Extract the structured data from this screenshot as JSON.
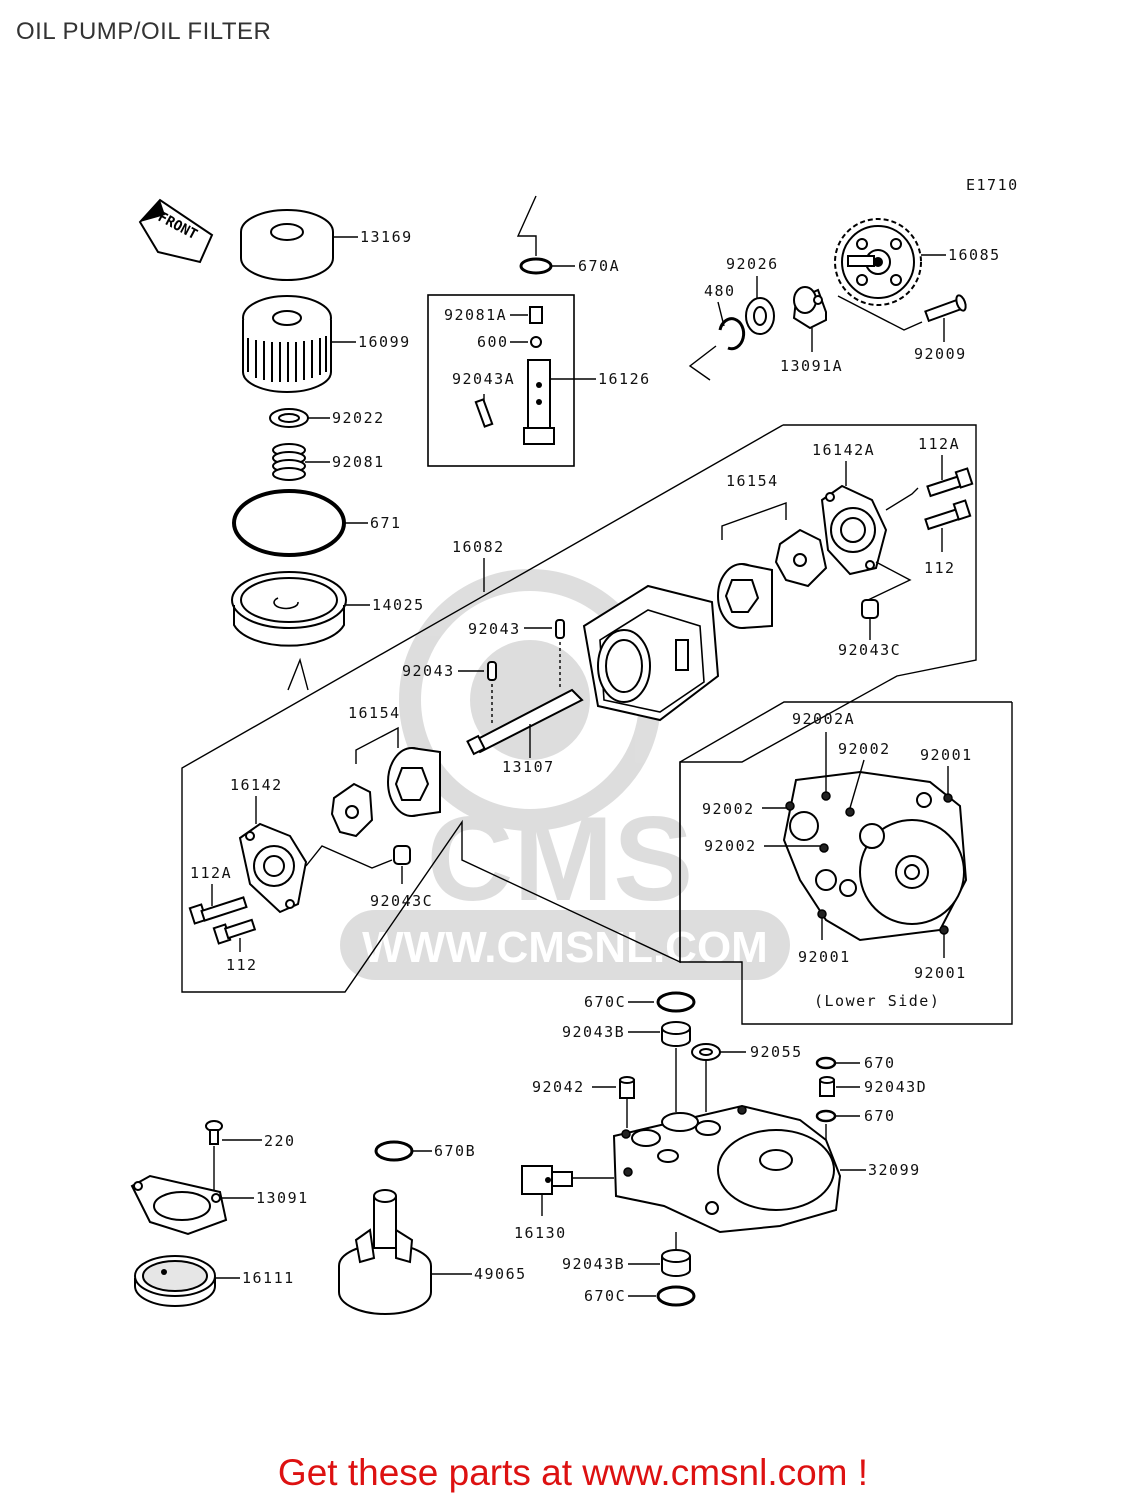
{
  "title": "OIL PUMP/OIL FILTER",
  "diagram_code": "E1710",
  "front_label": "FRONT",
  "watermark": {
    "brand": "CMS",
    "url": "WWW.CMSNL.COM"
  },
  "lower_side_note": "(Lower Side)",
  "footer": "Get these parts at www.cmsnl.com !",
  "parts": {
    "p13169": "13169",
    "p16099": "16099",
    "p92022": "92022",
    "p92081": "92081",
    "p671": "671",
    "p14025": "14025",
    "p670A": "670A",
    "p92081A": "92081A",
    "p600": "600",
    "p92043A": "92043A",
    "p16126": "16126",
    "p92026": "92026",
    "p480": "480",
    "p13091A": "13091A",
    "p16085": "16085",
    "p92009": "92009",
    "p16142A": "16142A",
    "p112A_top": "112A",
    "p112_top": "112",
    "p16154_top": "16154",
    "p92043C_top": "92043C",
    "p16082": "16082",
    "p92043_a": "92043",
    "p92043_b": "92043",
    "p13107": "13107",
    "p16154_left": "16154",
    "p16142": "16142",
    "p112A_left": "112A",
    "p112_left": "112",
    "p92043C_left": "92043C",
    "p92002A": "92002A",
    "p92002_a": "92002",
    "p92001_a": "92001",
    "p92002_b": "92002",
    "p92002_c": "92002",
    "p92001_b": "92001",
    "p92001_c": "92001",
    "p670C_top": "670C",
    "p92043B_top": "92043B",
    "p92055": "92055",
    "p670_a": "670",
    "p92043D": "92043D",
    "p670_b": "670",
    "p92042": "92042",
    "p32099": "32099",
    "p16130": "16130",
    "p92043B_bottom": "92043B",
    "p670C_bottom": "670C",
    "p220": "220",
    "p13091": "13091",
    "p16111": "16111",
    "p670B": "670B",
    "p49065": "49065"
  }
}
